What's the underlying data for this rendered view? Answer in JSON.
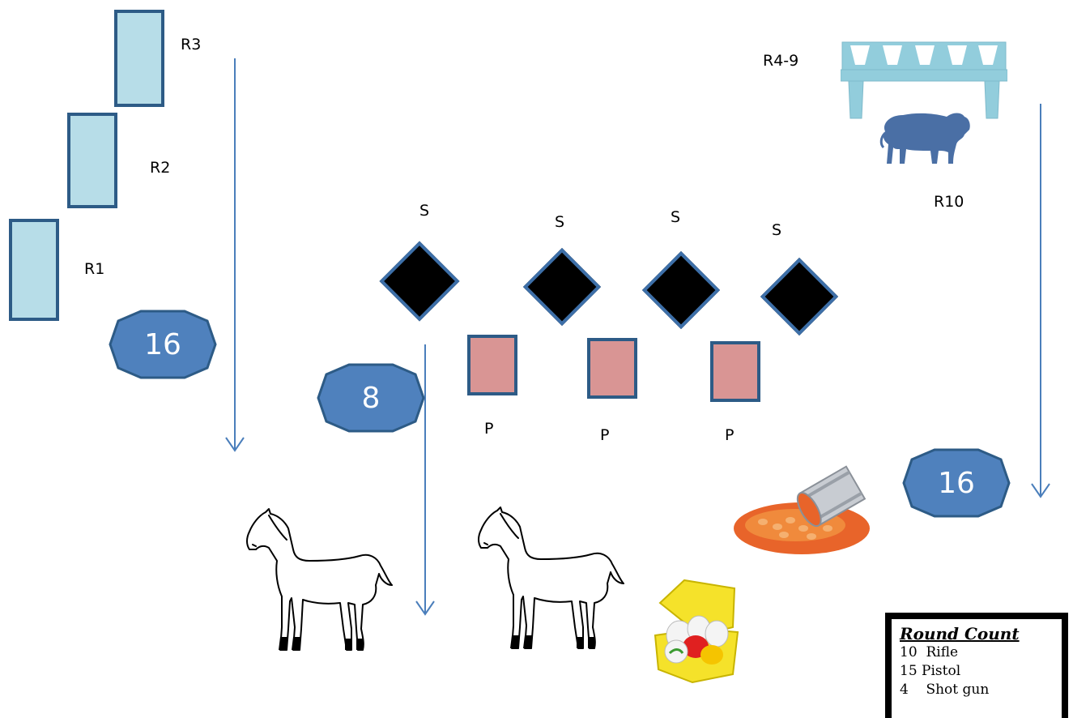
{
  "rifle_positions": [
    {
      "label": "R3"
    },
    {
      "label": "R2"
    },
    {
      "label": "R1"
    }
  ],
  "bench_label": "R4-9",
  "buffalo_label": "R10",
  "shotgun_labels": [
    "S",
    "S",
    "S",
    "S"
  ],
  "pistol_labels": [
    "P",
    "P",
    "P"
  ],
  "round_counts": {
    "rifle_badge": "16",
    "pistol_badge": "8",
    "right_badge": "16"
  },
  "legend": {
    "title": "Round Count",
    "rows": [
      {
        "count": "10",
        "label": "Rifle"
      },
      {
        "count": "15",
        "label": "Pistol"
      },
      {
        "count": "4",
        "label": "Shot gun"
      }
    ]
  },
  "colors": {
    "rifle_fill": "#b7dde8",
    "target_border": "#2d5b86",
    "shotgun_fill": "#000000",
    "pistol_fill": "#d99594",
    "badge_fill": "#4f81bd",
    "arrow": "#4a7ebb",
    "buffalo": "#4a6fa5",
    "bench": "#92cddc"
  }
}
